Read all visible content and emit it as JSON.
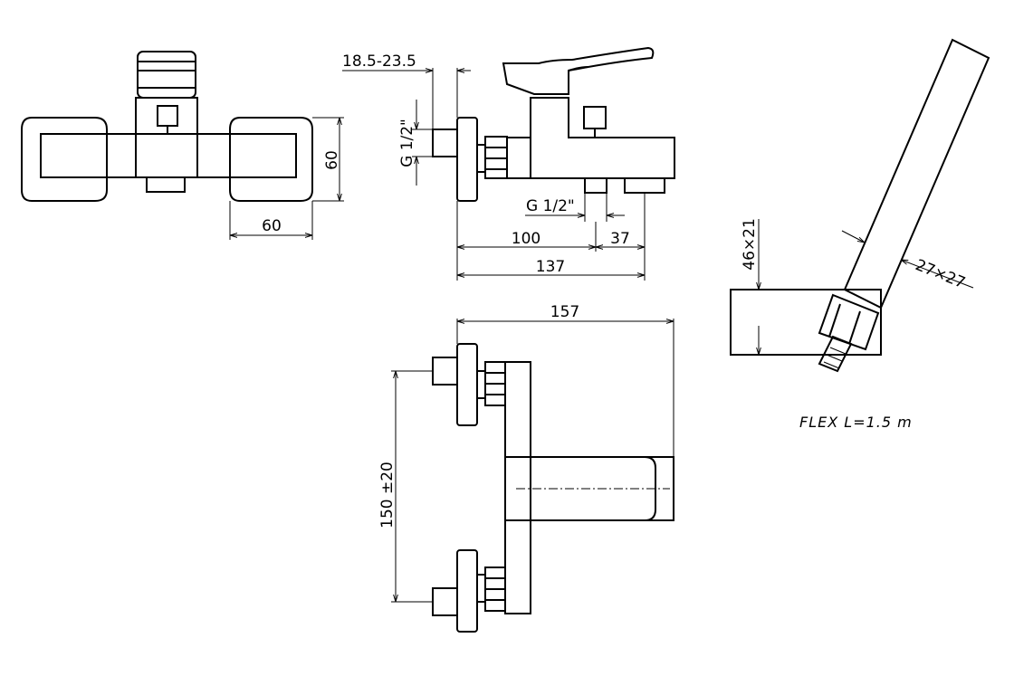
{
  "views": {
    "front": {
      "dim_depth": "60",
      "dim_width": "60"
    },
    "side": {
      "dim_wall_range": "18.5-23.5",
      "dim_inlet_thread": "G 1/2\"",
      "dim_outlet_thread": "G 1/2\"",
      "dim_to_outlet": "100",
      "dim_outlet_offset": "37",
      "dim_overall": "137"
    },
    "top": {
      "dim_length": "157",
      "dim_centers": "150 ±20"
    },
    "handshower": {
      "dim_handle_section": "27×27",
      "dim_holder": "46×21",
      "hose_note": "FLEX  L=1.5  m"
    }
  }
}
